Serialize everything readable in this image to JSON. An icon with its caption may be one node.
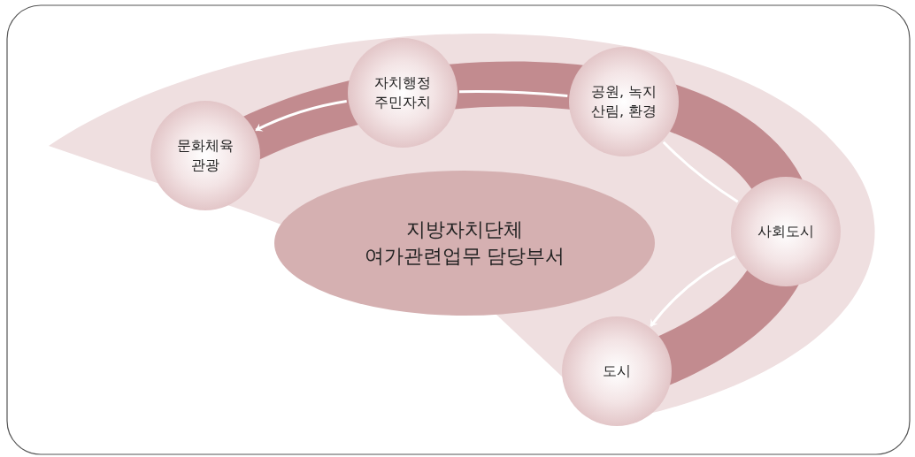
{
  "diagram": {
    "nodes": [
      {
        "text": [
          "문화체육 관광"
        ]
      },
      {
        "text": [
          "자치행정 주민자치"
        ]
      },
      {
        "text": [
          "공원, 녹지 산림, 환경"
        ]
      },
      {
        "text": [
          "사회도시"
        ]
      },
      {
        "text": [
          "도시"
        ]
      },
      {
        "text": [
          "지방자치단체 여가관련업무 담당부서"
        ]
      }
    ],
    "edges": [
      {
        "from": 1,
        "to": 0,
        "arrow": "to"
      },
      {
        "from": 2,
        "to": 1,
        "arrow": "none"
      },
      {
        "from": 2,
        "to": 3,
        "arrow": "none"
      },
      {
        "from": 3,
        "to": 4,
        "arrow": "to"
      }
    ]
  }
}
